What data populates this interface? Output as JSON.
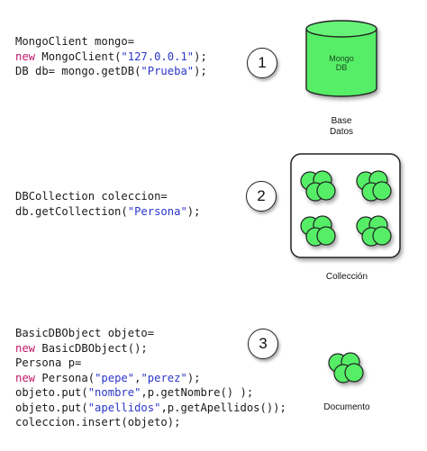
{
  "steps": [
    {
      "number": "1",
      "code_lines": [
        [
          {
            "t": "MongoClient mongo="
          }
        ],
        [
          {
            "t": "new",
            "k": "kw"
          },
          {
            "t": " MongoClient("
          },
          {
            "t": "\"127.0.0.1\"",
            "k": "str"
          },
          {
            "t": ");"
          }
        ],
        [
          {
            "t": "DB db= mongo.getDB("
          },
          {
            "t": "\"Prueba\"",
            "k": "str"
          },
          {
            "t": ");"
          }
        ]
      ]
    },
    {
      "number": "2",
      "code_lines": [
        [
          {
            "t": "DBCollection coleccion="
          }
        ],
        [
          {
            "t": "db.getCollection("
          },
          {
            "t": "\"Persona\"",
            "k": "str"
          },
          {
            "t": ");"
          }
        ]
      ]
    },
    {
      "number": "3",
      "code_lines": [
        [
          {
            "t": "BasicDBObject objeto="
          }
        ],
        [
          {
            "t": "new",
            "k": "kw"
          },
          {
            "t": " BasicDBObject();"
          }
        ],
        [
          {
            "t": "Persona p="
          }
        ],
        [
          {
            "t": "new",
            "k": "kw"
          },
          {
            "t": " Persona("
          },
          {
            "t": "\"pepe\"",
            "k": "str"
          },
          {
            "t": ","
          },
          {
            "t": "\"perez\"",
            "k": "str"
          },
          {
            "t": ");"
          }
        ],
        [
          {
            "t": "objeto.put("
          },
          {
            "t": "\"nombre\"",
            "k": "str"
          },
          {
            "t": ",p.getNombre() );"
          }
        ],
        [
          {
            "t": "objeto.put("
          },
          {
            "t": "\"apellidos\"",
            "k": "str"
          },
          {
            "t": ",p.getApellidos());"
          }
        ],
        [
          {
            "t": "coleccion.insert(objeto);"
          }
        ]
      ]
    }
  ],
  "database": {
    "label_line1": "Mongo",
    "label_line2": "DB",
    "caption_line1": "Base",
    "caption_line2": "Datos"
  },
  "collection": {
    "caption": "Collección"
  },
  "document": {
    "caption": "Documento"
  },
  "colors": {
    "keyword": "#c0186a",
    "string": "#2b36c9",
    "green": "#55ee66",
    "green_dark": "#33c944",
    "outline": "#222222"
  }
}
